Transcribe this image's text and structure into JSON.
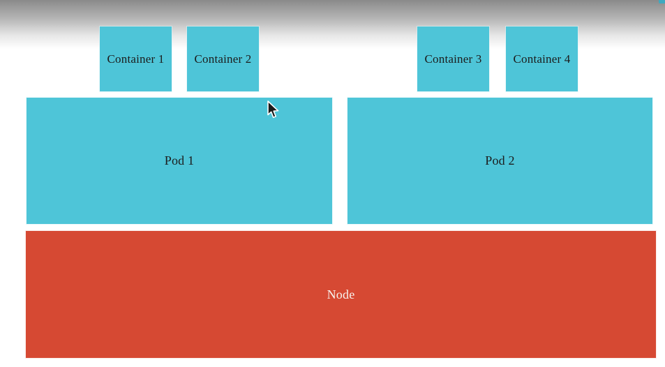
{
  "diagram": {
    "containers": [
      {
        "label": "Container 1"
      },
      {
        "label": "Container 2"
      },
      {
        "label": "Container 3"
      },
      {
        "label": "Container 4"
      }
    ],
    "pods": [
      {
        "label": "Pod 1"
      },
      {
        "label": "Pod 2"
      }
    ],
    "node": {
      "label": "Node"
    },
    "colors": {
      "box_teal": "#4EC5D8",
      "node_red": "#D64933",
      "label_dark": "#1C1C1C",
      "label_light": "#F7F2EE"
    }
  }
}
